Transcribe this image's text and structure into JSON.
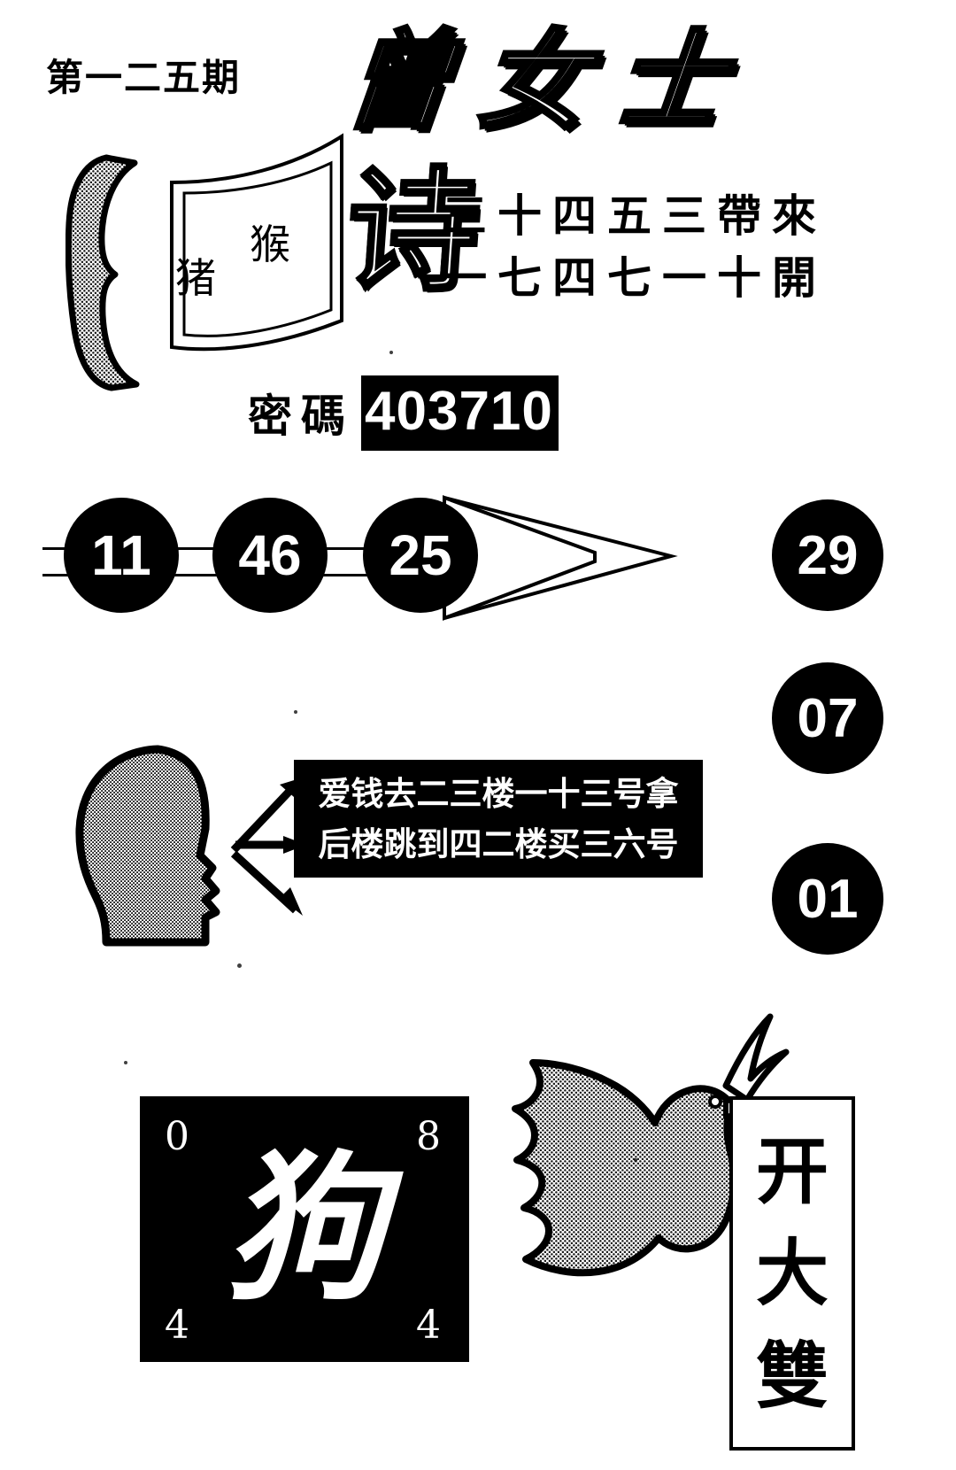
{
  "header": {
    "issue_label": "第一二五期",
    "brand_title": "曾女士"
  },
  "poem_section": {
    "glyph": "诗",
    "zodiac_hints": [
      "猪",
      "猴"
    ],
    "line_1": "三十四五三帶來",
    "line_2": "一七四七一十開"
  },
  "password": {
    "label": "密碼",
    "value": "403710"
  },
  "balls": {
    "main_row": [
      "11",
      "46",
      "25"
    ],
    "side_column": [
      "29",
      "07",
      "01"
    ]
  },
  "speech": {
    "line_1": "爱钱去二三楼一十三号拿",
    "line_2": "后楼跳到四二楼买三六号"
  },
  "zodiac_panel": {
    "character": "狗",
    "corner_top_left": "0",
    "corner_top_right": "8",
    "corner_bottom_left": "4",
    "corner_bottom_right": "4"
  },
  "vertical_banner": {
    "chars": [
      "开",
      "大",
      "雙"
    ]
  },
  "icons": {
    "phone_handset": "phone-handset-icon",
    "scroll_card": "scroll-card-icon",
    "arrowhead": "arrowhead-icon",
    "head_profile": "speaking-head-icon",
    "speech_arrows": "speech-arrows-icon",
    "dove": "dove-icon"
  },
  "colors": {
    "ink": "#000000",
    "paper": "#ffffff",
    "halftone": "#b5b5b5"
  }
}
